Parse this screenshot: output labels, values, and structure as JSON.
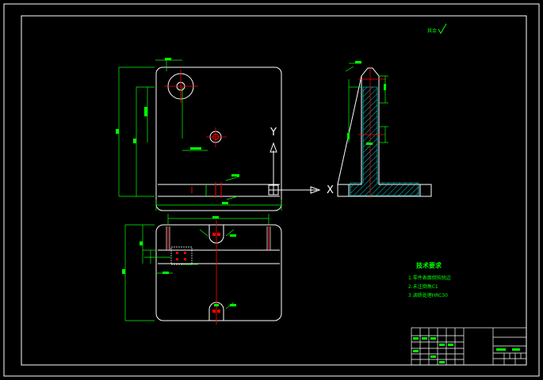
{
  "drawing": {
    "axis_y_label": "Y",
    "axis_x_label": "X",
    "surface_finish_note": "其余",
    "tech_requirements": {
      "title": "技术要求",
      "lines": [
        "1.零件表面倒钝锐边",
        "2.未注倒角C1",
        "3.调质处理HRC30"
      ]
    },
    "colors": {
      "background": "#000000",
      "outline": "#ffffff",
      "dimension": "#00ff00",
      "centerline": "#ff0000",
      "hatch": "#00ffff"
    }
  }
}
